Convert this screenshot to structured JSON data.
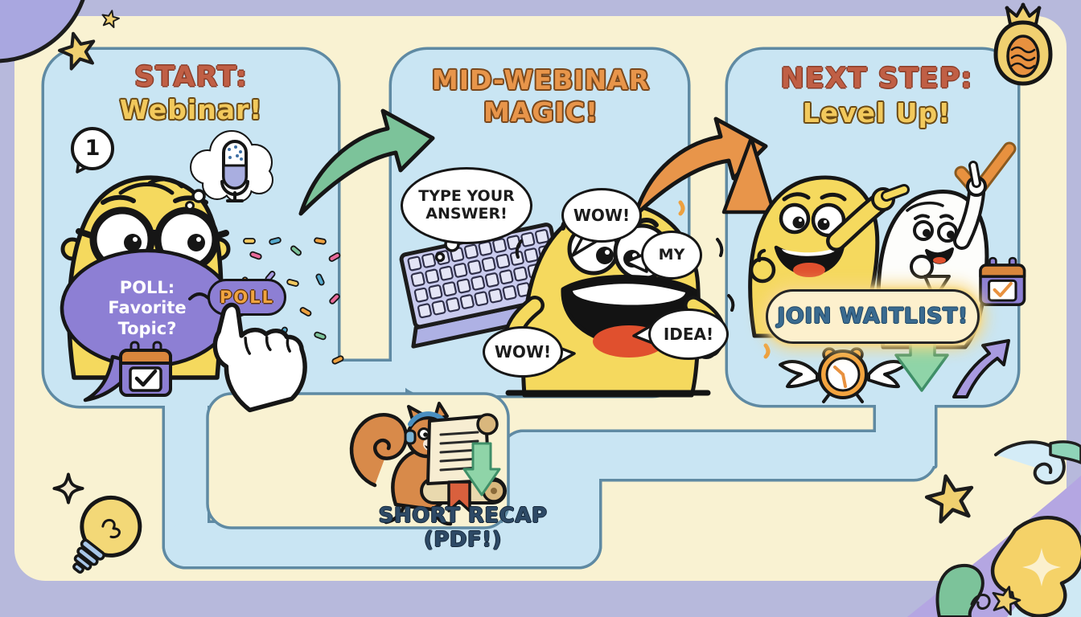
{
  "panel1": {
    "badge": "1",
    "title_top": "START:",
    "title_bottom": "Webinar!",
    "poll_bubble": {
      "line1": "POLL:",
      "line2": "Favorite",
      "line3": "Topic?"
    },
    "poll_button_label": "POLL"
  },
  "panel2": {
    "title_top": "MID-WEBINAR",
    "title_bottom": "MAGIC!",
    "thought_bubble": {
      "line1": "TYPE YOUR",
      "line2": "ANSWER!"
    },
    "bubbles": {
      "wow_top": "WOW!",
      "my": "MY",
      "idea": "IDEA!",
      "wow_bottom": "WOW!"
    }
  },
  "panel3": {
    "title_top": "NEXT STEP:",
    "title_bottom": "Level Up!",
    "waitlist_button_label": "JOIN WAITLIST!"
  },
  "recap": {
    "line1": "SHORT RECAP",
    "line2": "(PDF!)"
  },
  "icons": [
    "microphone-icon",
    "calendar-check-icon",
    "pointer-hand-icon",
    "keyboard-icon",
    "confetti",
    "check-icon",
    "crowned-egg-badge-icon",
    "winged-alarm-clock-icon",
    "down-arrow-icon",
    "curved-arrow-icon",
    "squirrel-icon",
    "scroll-icon",
    "lightbulb-icon",
    "star-icon",
    "sparkle-icon"
  ],
  "colors": {
    "border_lavender": "#b7b9dc",
    "canvas_cream": "#f9f2d2",
    "panel_fill": "#c9e5f3",
    "panel_border": "#5f8aa3",
    "title_red": "#c05f45",
    "title_yellow": "#f2c95c",
    "title_orange": "#e8954a",
    "bubble_purple": "#8d7fd4",
    "poll_text_orange": "#f0a43f",
    "waitlist_fill": "#fdf0cd",
    "waitlist_text_blue": "#3a6b90",
    "caption_navy": "#2e4a66",
    "arrow_green": "#7cc39a",
    "arrow_orange": "#e8954a",
    "arrow_purple": "#a89ae0",
    "character_yellow": "#f5d95e"
  }
}
